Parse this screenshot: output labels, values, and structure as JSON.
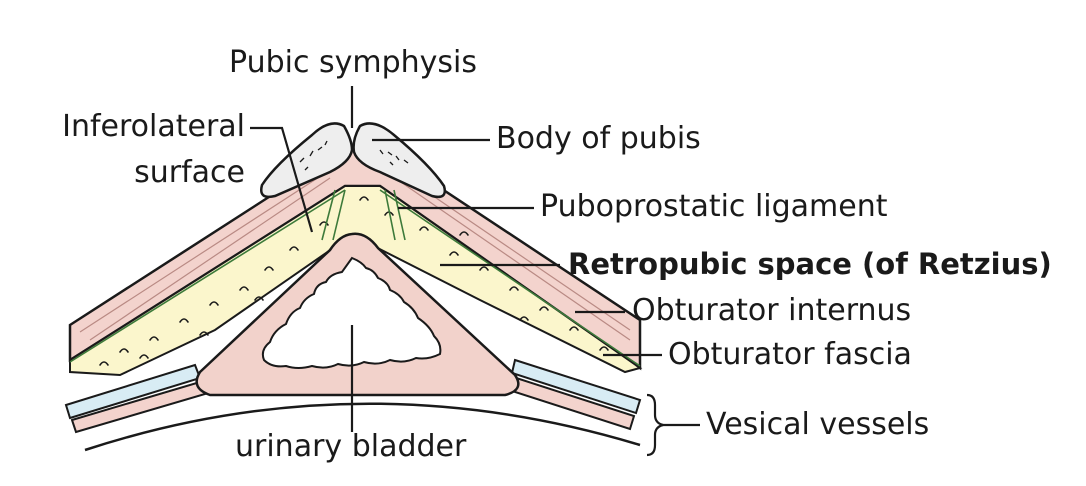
{
  "labels": {
    "pubic_symphysis": "Pubic symphysis",
    "inferolateral_1": "Inferolateral",
    "inferolateral_2": "surface",
    "body_of_pubis": "Body of pubis",
    "puboprostatic": "Puboprostatic ligament",
    "retropubic": "Retropubic space (of Retzius)",
    "obturator_internus": "Obturator internus",
    "obturator_fascia": "Obturator fascia",
    "vesical_vessels": "Vesical vessels",
    "urinary_bladder": "urinary bladder"
  },
  "colors": {
    "muscle": "#f3d3cd",
    "fat": "#fbf6cc",
    "bone": "#eeeeee",
    "bladder": "#f2d2cb",
    "vessel_blue": "#d8ecf4",
    "fascia_green": "#3d7a3a",
    "outline": "#1a1a1a"
  }
}
